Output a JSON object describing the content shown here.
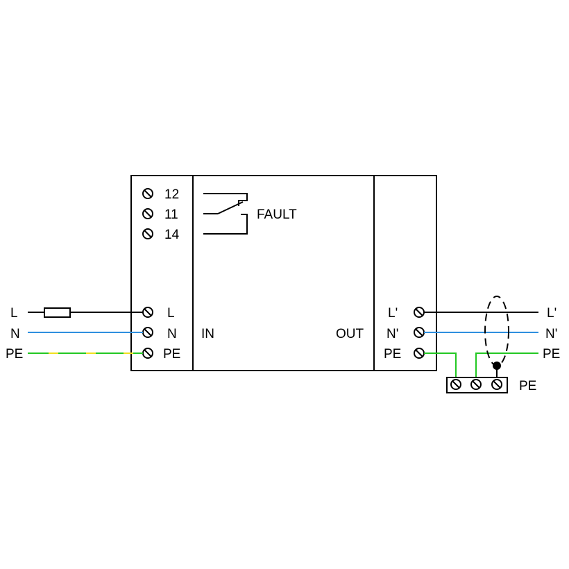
{
  "relay": {
    "terminals": [
      "12",
      "11",
      "14"
    ],
    "label": "FAULT"
  },
  "input": {
    "section_label": "IN",
    "terminal_labels": [
      "L",
      "N",
      "PE"
    ],
    "line_labels": [
      "L",
      "N",
      "PE"
    ]
  },
  "output": {
    "section_label": "OUT",
    "terminal_labels": [
      "L'",
      "N'",
      "PE"
    ],
    "line_labels": [
      "L'",
      "N'",
      "PE"
    ]
  },
  "pe_block": {
    "label": "PE"
  },
  "colors": {
    "line": "#000000",
    "neutral": "#2f8fdf",
    "earth_green": "#22c822",
    "earth_yellow": "#f0e020"
  }
}
